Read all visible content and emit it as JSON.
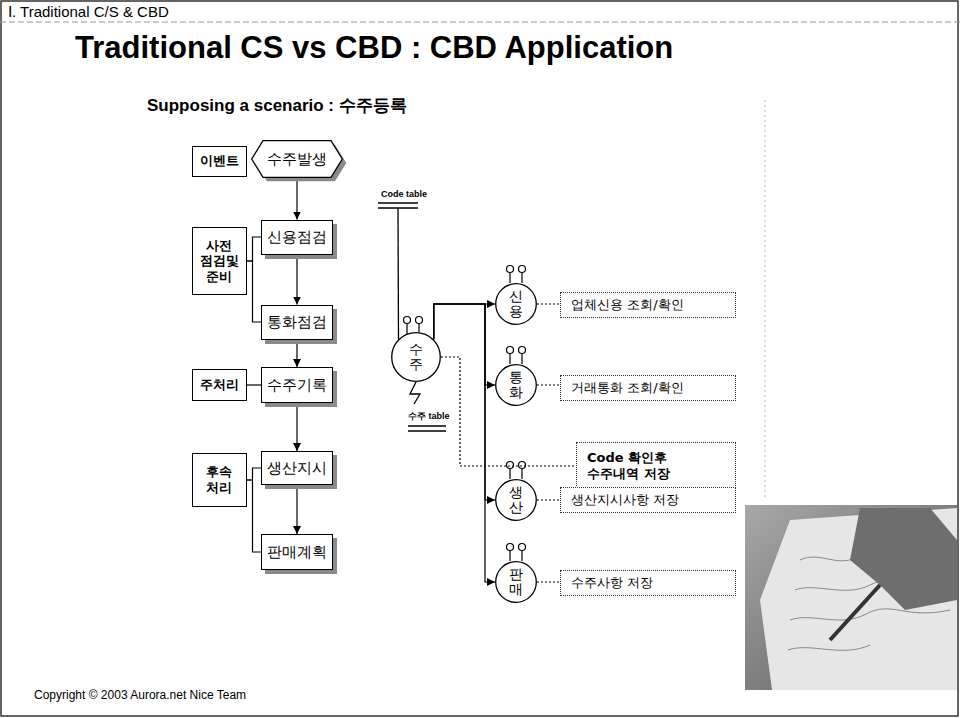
{
  "diagram": {
    "title": "Traditional CS vs CBD : CBD Application",
    "nodes": [
      {
        "text": [
          "이벤트"
        ]
      },
      {
        "text": [
          "수주발생"
        ]
      },
      {
        "text": [
          "사전 점검및 준비"
        ]
      },
      {
        "text": [
          "신용점검"
        ]
      },
      {
        "text": [
          "통화점검"
        ]
      },
      {
        "text": [
          "주처리"
        ]
      },
      {
        "text": [
          "수주기록"
        ]
      },
      {
        "text": [
          "후속 처리"
        ]
      },
      {
        "text": [
          "생산지시"
        ]
      },
      {
        "text": [
          "판매계획"
        ]
      },
      {
        "text": [
          "수주"
        ]
      },
      {
        "text": [
          "신용"
        ]
      },
      {
        "text": [
          "업체신용 조회/확인"
        ]
      },
      {
        "text": [
          "통화"
        ]
      },
      {
        "text": [
          "거래통화 조회/확인"
        ]
      },
      {
        "text": [
          "Code 확인후 수주내역 저장"
        ]
      },
      {
        "text": [
          "생산"
        ]
      },
      {
        "text": [
          "생산지시사항 저장"
        ]
      },
      {
        "text": [
          "판매"
        ]
      },
      {
        "text": [
          "수주사항 저장"
        ]
      }
    ],
    "edges": [
      {
        "from": 1,
        "to": 3,
        "arrow": "to"
      },
      {
        "from": 3,
        "to": 4,
        "arrow": "to"
      },
      {
        "from": 4,
        "to": 6,
        "arrow": "to"
      },
      {
        "from": 6,
        "to": 8,
        "arrow": "to"
      },
      {
        "from": 8,
        "to": 9,
        "arrow": "to"
      },
      {
        "from": 2,
        "to": 3,
        "arrow": "none"
      },
      {
        "from": 2,
        "to": 4,
        "arrow": "none"
      },
      {
        "from": 5,
        "to": 6,
        "arrow": "none"
      },
      {
        "from": 7,
        "to": 8,
        "arrow": "none"
      },
      {
        "from": 7,
        "to": 9,
        "arrow": "none"
      },
      {
        "from": 10,
        "to": 11,
        "arrow": "to"
      },
      {
        "from": 10,
        "to": 13,
        "arrow": "to"
      },
      {
        "from": 10,
        "to": 16,
        "arrow": "to"
      },
      {
        "from": 10,
        "to": 18,
        "arrow": "to"
      },
      {
        "from": 11,
        "to": 12,
        "arrow": "none"
      },
      {
        "from": 13,
        "to": 14,
        "arrow": "none"
      },
      {
        "from": 10,
        "to": 15,
        "arrow": "none"
      },
      {
        "from": 16,
        "to": 17,
        "arrow": "none"
      },
      {
        "from": 18,
        "to": 19,
        "arrow": "none"
      }
    ],
    "labels": [
      "Ⅰ. Traditional C/S & CBD",
      "Supposing a scenario : 수주등록",
      "Code table",
      "수주 table",
      "Copyright © 2003 Aurora.net Nice Team"
    ]
  }
}
